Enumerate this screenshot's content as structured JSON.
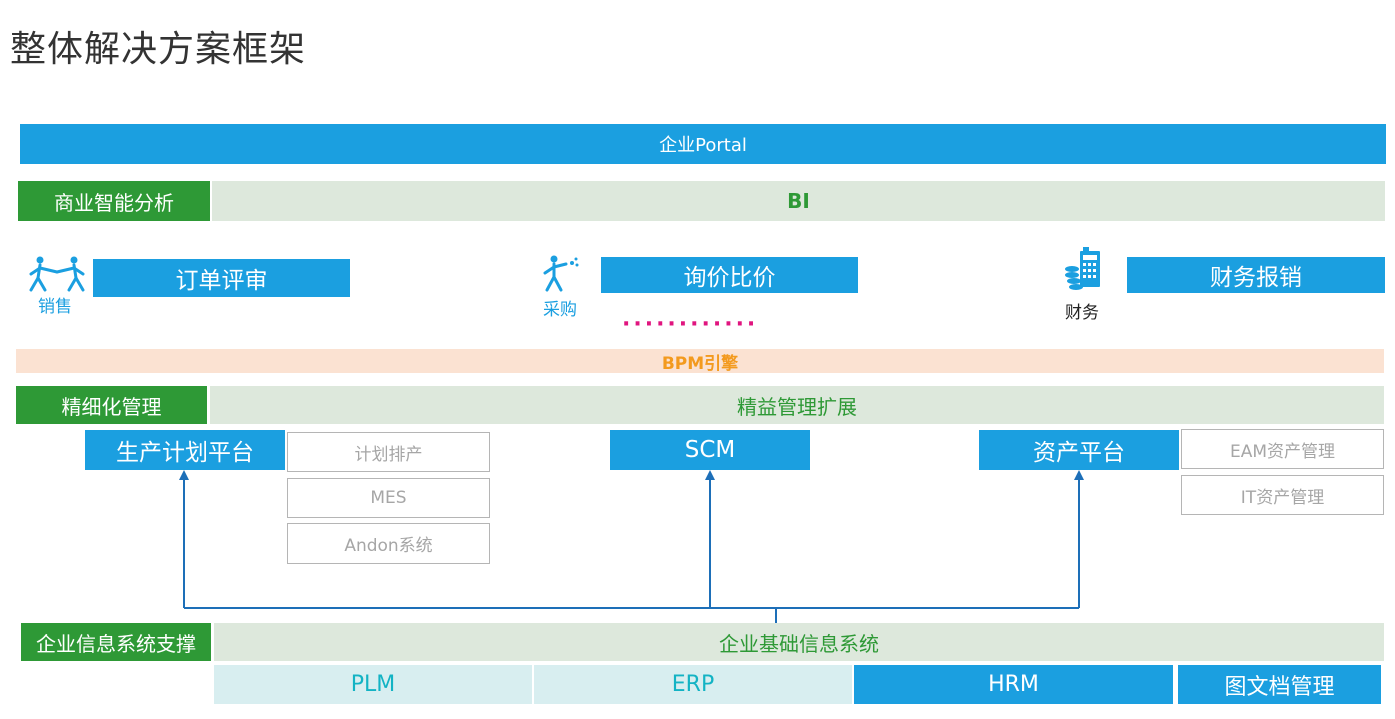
{
  "title": "整体解决方案框架",
  "portal": {
    "label": "企业Portal"
  },
  "bi_row": {
    "left_label": "商业智能分析",
    "main_label": "BI"
  },
  "roles": [
    {
      "name": "销售",
      "icon": "handshake-people-icon",
      "process": "订单评审"
    },
    {
      "name": "采购",
      "icon": "buyer-person-icon",
      "process": "询价比价"
    },
    {
      "name": "财务",
      "icon": "calculator-coins-icon",
      "process": "财务报销"
    }
  ],
  "dots": "············",
  "bpm": {
    "label": "BPM引擎"
  },
  "lean_row": {
    "left_label": "精细化管理",
    "main_label": "精益管理扩展"
  },
  "modules": {
    "production": {
      "label": "生产计划平台",
      "subs": [
        "计划排产",
        "MES",
        "Andon系统"
      ]
    },
    "scm": {
      "label": "SCM"
    },
    "asset": {
      "label": "资产平台",
      "subs": [
        "EAM资产管理",
        "IT资产管理"
      ]
    }
  },
  "info_row": {
    "left_label": "企业信息系统支撑",
    "main_label": "企业基础信息系统"
  },
  "systems": [
    "PLM",
    "ERP",
    "HRM",
    "图文档管理"
  ],
  "colors": {
    "primary_blue": "#1b9fe0",
    "green": "#2e9936",
    "light_green": "#dde8dc",
    "peach": "#fbe2d2",
    "orange_text": "#f39a1e",
    "magenta_dots": "#e0157f",
    "teal_text": "#13b3c4"
  }
}
